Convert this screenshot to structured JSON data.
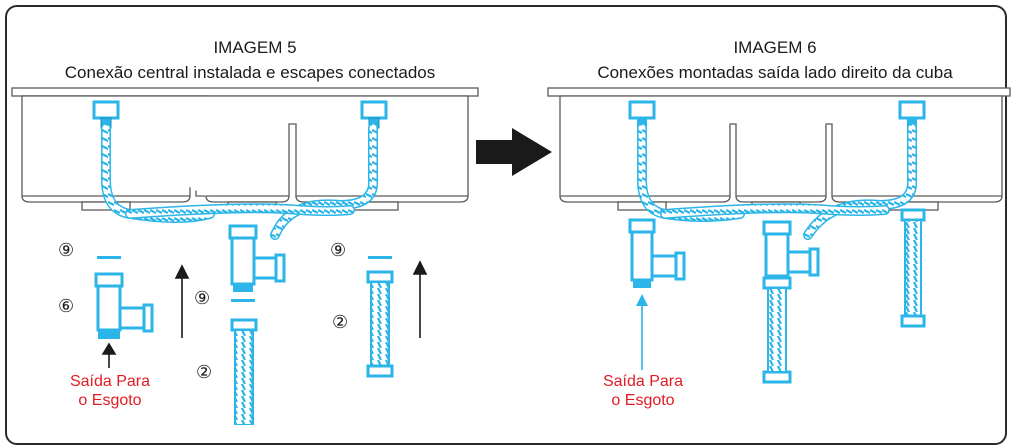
{
  "left": {
    "title": "IMAGEM 5",
    "subtitle": "Conexão central instalada e escapes conectados",
    "outlet_label_line1": "Saída Para",
    "outlet_label_line2": "o Esgoto",
    "callouts": [
      "⑨",
      "⑥",
      "⑨",
      "②",
      "⑨",
      "②"
    ]
  },
  "right": {
    "title": "IMAGEM 6",
    "subtitle": "Conexões montadas saída lado direito da cuba",
    "outlet_label_line1": "Saída Para",
    "outlet_label_line2": "o Esgoto"
  },
  "colors": {
    "accent": "#2bb5e8",
    "label_red": "#e21b23",
    "line": "#5a5a5a"
  }
}
